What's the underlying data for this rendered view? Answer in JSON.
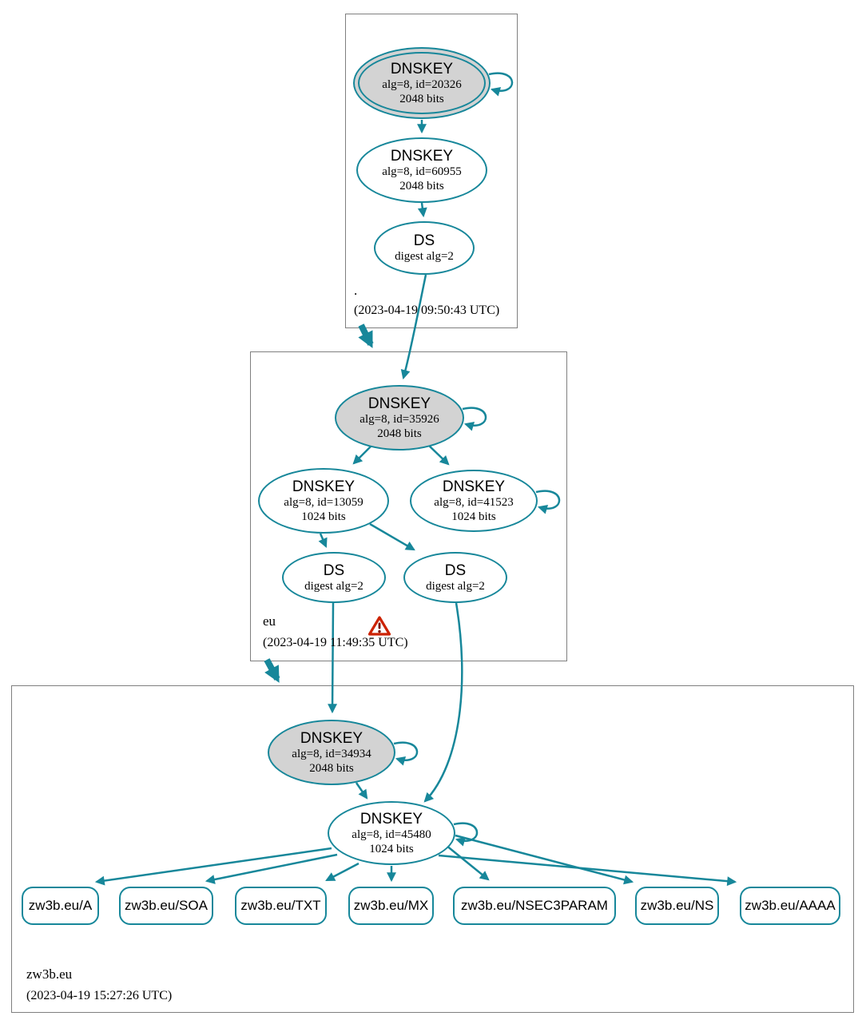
{
  "colors": {
    "edge_teal": "#17879a",
    "ksk_fill": "#d3d3d3",
    "node_fill": "#ffffff",
    "box_border": "#7f7f7f",
    "warning_red": "#cc2200"
  },
  "zones": [
    {
      "label": ".",
      "timestamp": "(2023-04-19 09:50:43 UTC)",
      "nodes": {
        "ksk": {
          "title": "DNSKEY",
          "detail": "alg=8, id=20326",
          "bits": "2048 bits"
        },
        "zsk": {
          "title": "DNSKEY",
          "detail": "alg=8, id=60955",
          "bits": "2048 bits"
        },
        "ds": {
          "title": "DS",
          "detail": "digest alg=2"
        }
      }
    },
    {
      "label": "eu",
      "timestamp": "(2023-04-19 11:49:35 UTC)",
      "has_warning": true,
      "nodes": {
        "ksk": {
          "title": "DNSKEY",
          "detail": "alg=8, id=35926",
          "bits": "2048 bits"
        },
        "zsk1": {
          "title": "DNSKEY",
          "detail": "alg=8, id=13059",
          "bits": "1024 bits"
        },
        "zsk2": {
          "title": "DNSKEY",
          "detail": "alg=8, id=41523",
          "bits": "1024 bits"
        },
        "ds1": {
          "title": "DS",
          "detail": "digest alg=2"
        },
        "ds2": {
          "title": "DS",
          "detail": "digest alg=2"
        }
      }
    },
    {
      "label": "zw3b.eu",
      "timestamp": "(2023-04-19 15:27:26 UTC)",
      "nodes": {
        "ksk": {
          "title": "DNSKEY",
          "detail": "alg=8, id=34934",
          "bits": "2048 bits"
        },
        "zsk": {
          "title": "DNSKEY",
          "detail": "alg=8, id=45480",
          "bits": "1024 bits"
        }
      },
      "rrsets": [
        {
          "label": "zw3b.eu/A"
        },
        {
          "label": "zw3b.eu/SOA"
        },
        {
          "label": "zw3b.eu/TXT"
        },
        {
          "label": "zw3b.eu/MX"
        },
        {
          "label": "zw3b.eu/NSEC3PARAM"
        },
        {
          "label": "zw3b.eu/NS"
        },
        {
          "label": "zw3b.eu/AAAA"
        }
      ]
    }
  ]
}
